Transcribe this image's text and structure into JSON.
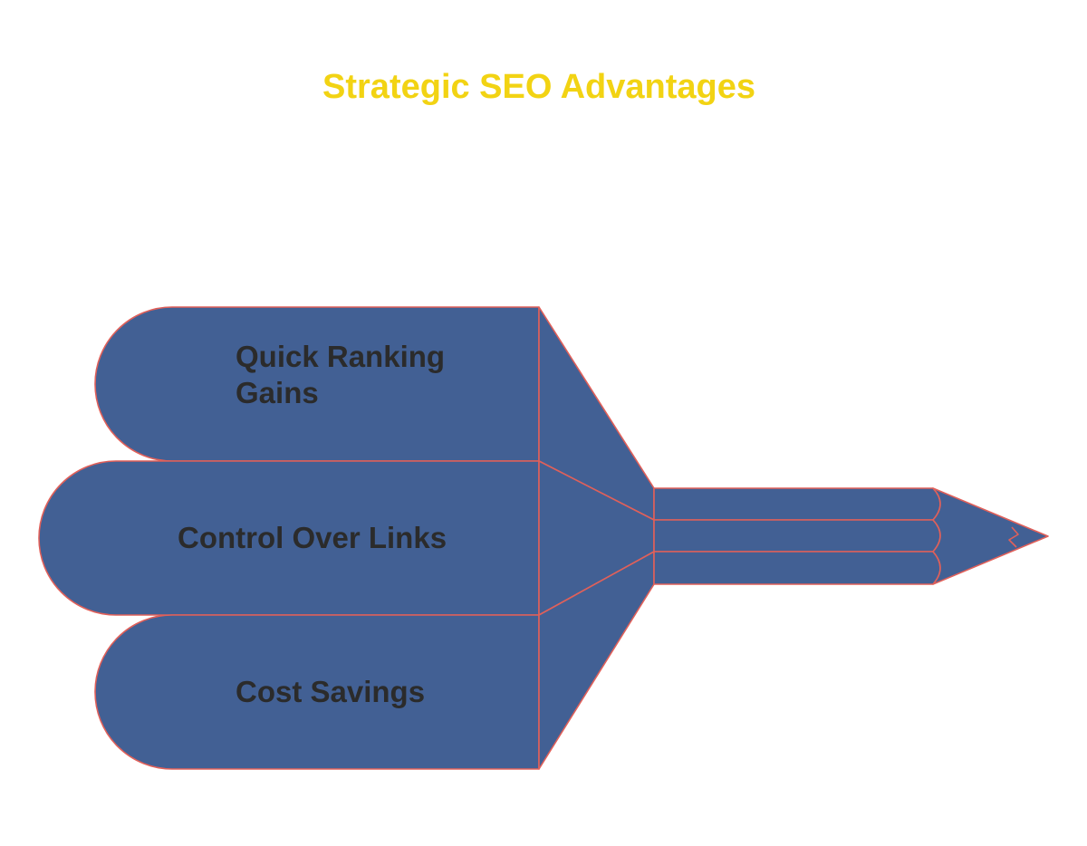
{
  "title": "Strategic SEO Advantages",
  "items": [
    {
      "label_lines": [
        "Quick Ranking",
        "Gains"
      ]
    },
    {
      "label_lines": [
        "Control Over Links"
      ]
    },
    {
      "label_lines": [
        "Cost Savings"
      ]
    }
  ],
  "colors": {
    "title": "#f2d313",
    "fill": "#426094",
    "stroke": "#e0605a",
    "text": "#2b2b2b"
  }
}
